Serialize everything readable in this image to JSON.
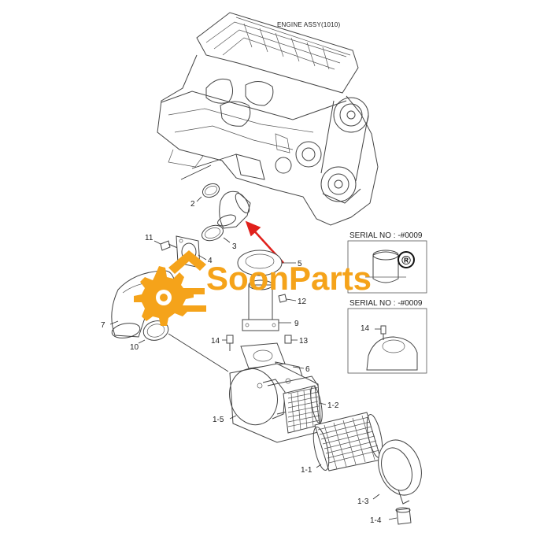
{
  "title": "ENGINE ASSY(1010)",
  "watermark": {
    "brand": "SoonParts",
    "registered_mark": "®",
    "color": "#f5a31a"
  },
  "serial_panels": [
    {
      "label": "SERIAL NO : -#0009"
    },
    {
      "label": "SERIAL NO : -#0009"
    }
  ],
  "callouts": [
    "2",
    "3",
    "11",
    "4",
    "5",
    "12",
    "7",
    "9",
    "10",
    "14",
    "13",
    "6",
    "1-2",
    "1-5",
    "1-1",
    "1-3",
    "1-4",
    "14"
  ],
  "colors": {
    "line": "#444444",
    "arrow": "#e0201b",
    "brand": "#f5a31a"
  }
}
